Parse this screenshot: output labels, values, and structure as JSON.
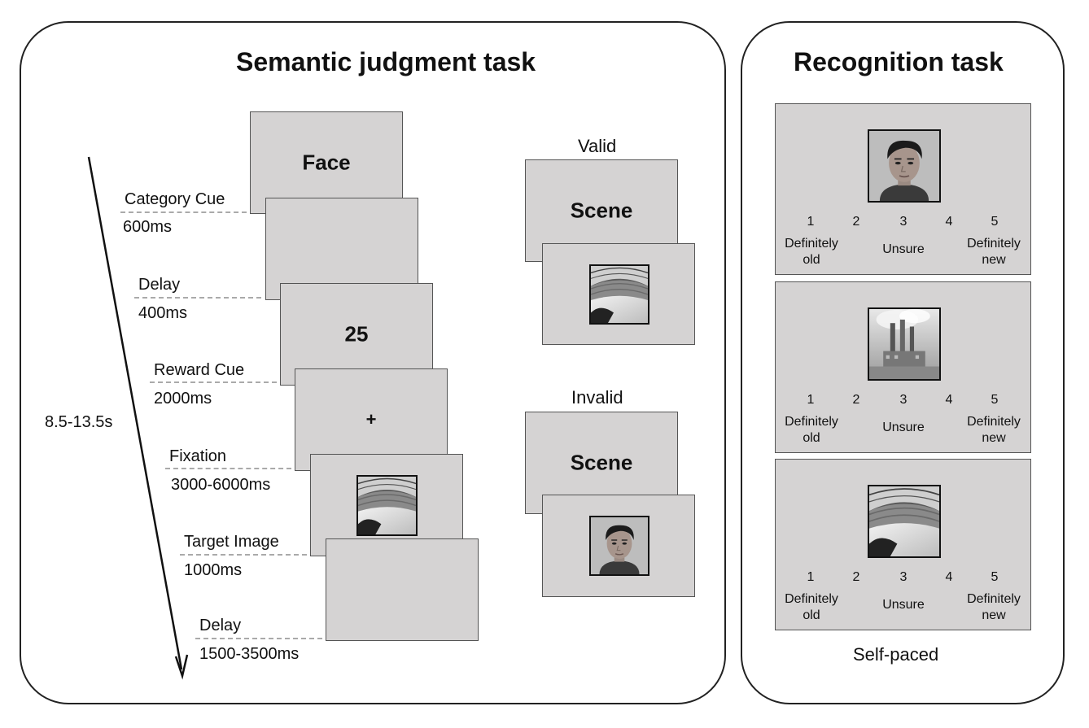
{
  "left_panel": {
    "title": "Semantic judgment task",
    "total_duration": "8.5-13.5s",
    "screens": {
      "category_cue_text": "Face",
      "reward_cue_text": "25",
      "fixation_text": "+"
    },
    "events": [
      {
        "name": "Category Cue",
        "duration": "600ms"
      },
      {
        "name": "Delay",
        "duration": "400ms"
      },
      {
        "name": "Reward Cue",
        "duration": "2000ms"
      },
      {
        "name": "Fixation",
        "duration": "3000-6000ms"
      },
      {
        "name": "Target Image",
        "duration": "1000ms"
      },
      {
        "name": "Delay",
        "duration": "1500-3500ms"
      }
    ],
    "valid": {
      "label": "Valid",
      "cue_text": "Scene"
    },
    "invalid": {
      "label": "Invalid",
      "cue_text": "Scene"
    }
  },
  "right_panel": {
    "title": "Recognition task",
    "scale": {
      "numbers": [
        "1",
        "2",
        "3",
        "4",
        "5"
      ],
      "left_label": "Definitely old",
      "mid_label": "Unsure",
      "right_label": "Definitely new"
    },
    "footer": "Self-paced"
  },
  "icons": [
    "face-photo",
    "scene-photo-stadium",
    "scene-photo-factory",
    "timeline-arrow"
  ]
}
